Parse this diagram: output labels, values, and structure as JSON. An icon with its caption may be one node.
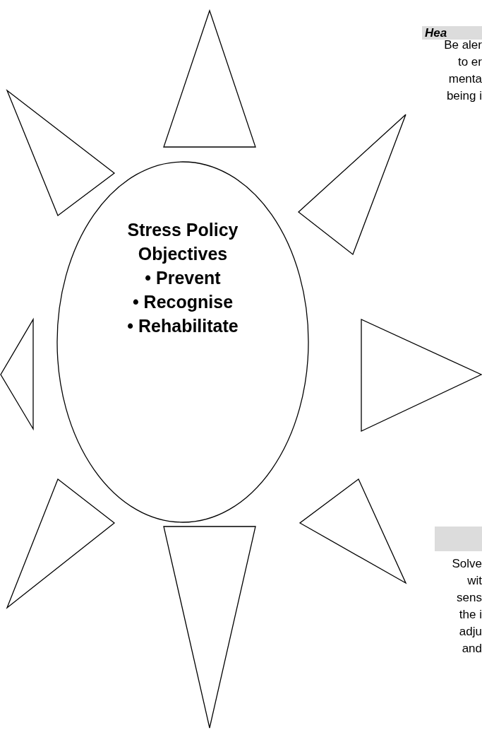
{
  "diagram": {
    "nodes": [
      {
        "text": [
          "Stress Policy Objectives",
          "• Prevent",
          "• Recognise",
          "• Rehabilitate"
        ]
      }
    ],
    "labels": [
      "Hea",
      "Be aler to er menta being i",
      "Solve wit sens the i adju and"
    ]
  }
}
